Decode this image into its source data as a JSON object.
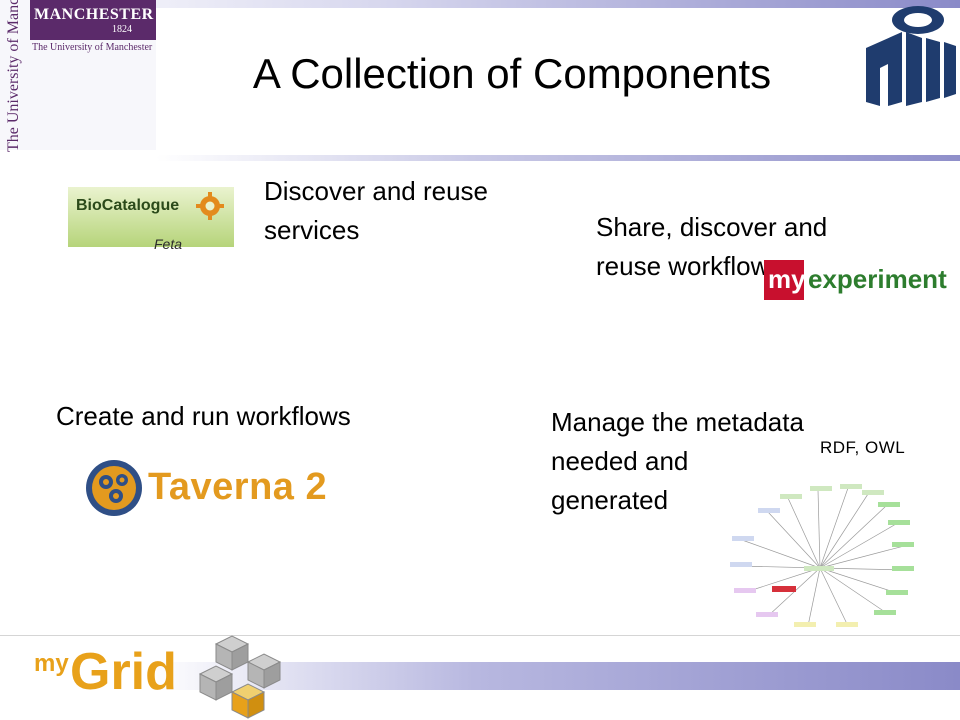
{
  "slide": {
    "title": "A Collection of Components"
  },
  "header": {
    "university_logo_text": "MANCHESTER",
    "university_logo_year": "1824",
    "university_subtitle": "The University of Manchester",
    "university_vertical": "The University of Manchester"
  },
  "sections": {
    "discover": {
      "text": "Discover and reuse services",
      "logo_text": "BioCatalogue",
      "logo_sub": "Feta"
    },
    "share": {
      "text": "Share, discover and reuse workflows",
      "logo_my": "my",
      "logo_rest": "experiment"
    },
    "create": {
      "text": "Create and run workflows",
      "logo_text": "Taverna 2"
    },
    "manage": {
      "text": "Manage the metadata needed and generated",
      "note": "RDF, OWL"
    }
  },
  "footer": {
    "brand_my": "my",
    "brand_grid": "Grid"
  },
  "colors": {
    "accent": "#8a8ac8",
    "manchester_purple": "#5b2a6a",
    "myexp_red": "#c8102e",
    "myexp_green": "#2d7d2e",
    "taverna_orange": "#e39a1f",
    "mygrid_orange": "#e8a11a"
  }
}
